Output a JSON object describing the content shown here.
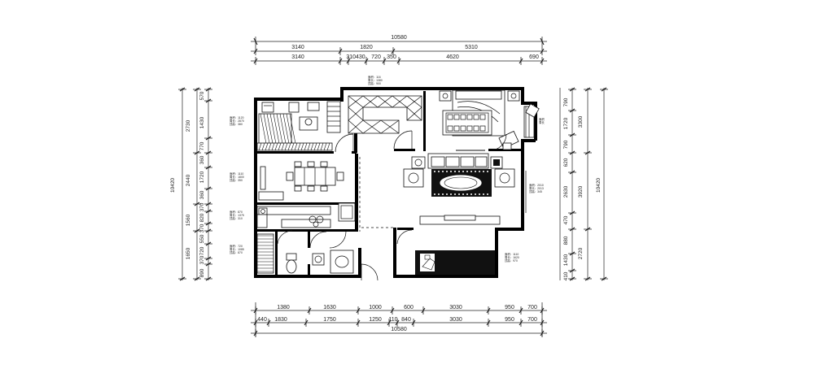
{
  "dimensions": {
    "top_total": "10580",
    "top_row1": [
      "3140",
      "1820",
      "5310"
    ],
    "top_row2": [
      "3140",
      "310430",
      "720",
      "350",
      "4620",
      "690"
    ],
    "bottom_row1": [
      "1380",
      "1630",
      "1000",
      "600",
      "3030",
      "950",
      "700"
    ],
    "bottom_row2": [
      "440",
      "1830",
      "1750",
      "1250",
      "110",
      "840",
      "3030",
      "950",
      "700"
    ],
    "bottom_total": "10580",
    "left_outer": [
      "2730",
      "2440",
      "1560",
      "1650"
    ],
    "left_inner": [
      "570",
      "1430",
      "770",
      "360",
      "1720",
      "360",
      "370",
      "820",
      "370",
      "550",
      "720",
      "370",
      "890"
    ],
    "left_total": "10420",
    "right_outer": [
      "3300",
      "3920",
      "2720"
    ],
    "right_inner": [
      "790",
      "1720",
      "790",
      "620",
      "2630",
      "470",
      "880",
      "1430",
      "410"
    ],
    "right_total": "10420"
  },
  "room_labels": [
    {
      "lines": [
        "面积：116",
        "周长：1380",
        "顶高：900"
      ]
    },
    {
      "lines": [
        "面积：1120",
        "周长：2870",
        "顶高：380"
      ]
    },
    {
      "lines": [
        "面积：1110",
        "周长：1800",
        "顶高：350"
      ]
    },
    {
      "lines": [
        "面积：870",
        "周长：1375",
        "顶高：310"
      ]
    },
    {
      "lines": [
        "面积：720",
        "周长：1085",
        "顶高：870"
      ]
    },
    {
      "lines": [
        "面积：2010",
        "周长：2013",
        "顶高：345"
      ]
    },
    {
      "lines": [
        "面积：1110",
        "周长：1620",
        "顶高：970"
      ]
    },
    {
      "lines": [
        "面积",
        "周长"
      ]
    }
  ]
}
